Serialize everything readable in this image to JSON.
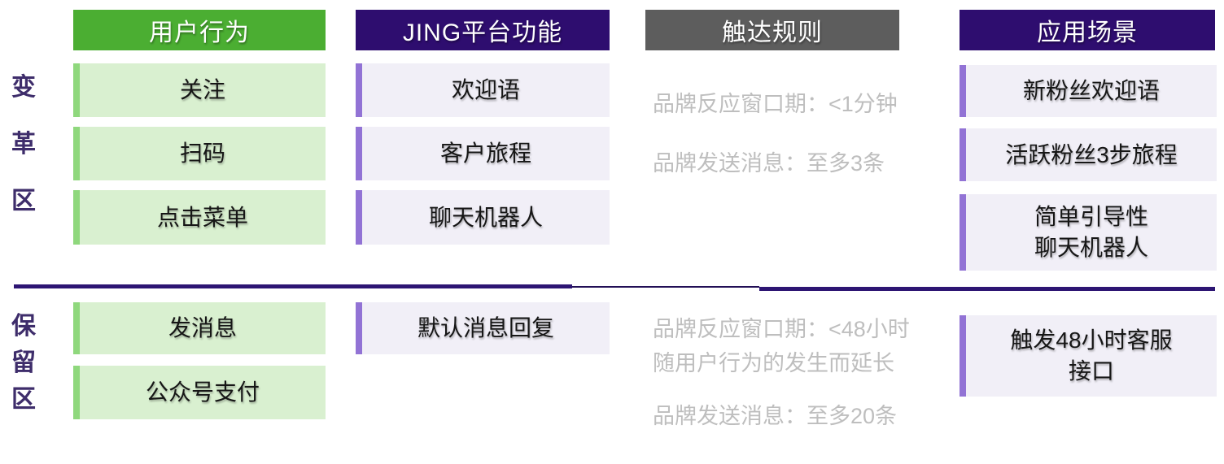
{
  "diagram": {
    "description": "WeChat user-behavior to JING platform capability mapping diagram",
    "colors": {
      "green_header": "#4BAE32",
      "green_cell_bg": "#D9F0D0",
      "green_cell_accent": "#8FD87D",
      "indigo_header": "#2E0D6F",
      "purple_cell_bg": "#F1EFF7",
      "purple_cell_accent": "#9273D5",
      "gray_header": "#5D5D5D",
      "rule_text_gray": "#BEBEBE",
      "zone_label_purple": "#3E2D6B",
      "divider_purple": "#2D1573"
    }
  },
  "row_groups": [
    {
      "name": "transformation-zone",
      "label": "变革区",
      "chars": [
        "变",
        "革",
        "区"
      ]
    },
    {
      "name": "retention-zone",
      "label": "保留区",
      "chars": [
        "保",
        "留",
        "区"
      ]
    }
  ],
  "columns": [
    {
      "header": "用户行为",
      "top_cells": [
        "关注",
        "扫码",
        "点击菜单"
      ],
      "bottom_cells": [
        "发消息",
        "公众号支付"
      ]
    },
    {
      "header": "JING平台功能",
      "top_cells": [
        "欢迎语",
        "客户旅程",
        "聊天机器人"
      ],
      "bottom_cells": [
        "默认消息回复"
      ]
    },
    {
      "header": "触达规则",
      "top_rules": [
        "品牌反应窗口期：<1分钟",
        "品牌发送消息：至多3条"
      ],
      "bottom_rules": [
        "品牌反应窗口期：<48小时",
        "随用户行为的发生而延长",
        "品牌发送消息：至多20条"
      ]
    },
    {
      "header": "应用场景",
      "top_cells": [
        "新粉丝欢迎语",
        "活跃粉丝3步旅程",
        "简单引导性\n聊天机器人"
      ],
      "bottom_cells": [
        "触发48小时客服\n接口"
      ]
    }
  ]
}
